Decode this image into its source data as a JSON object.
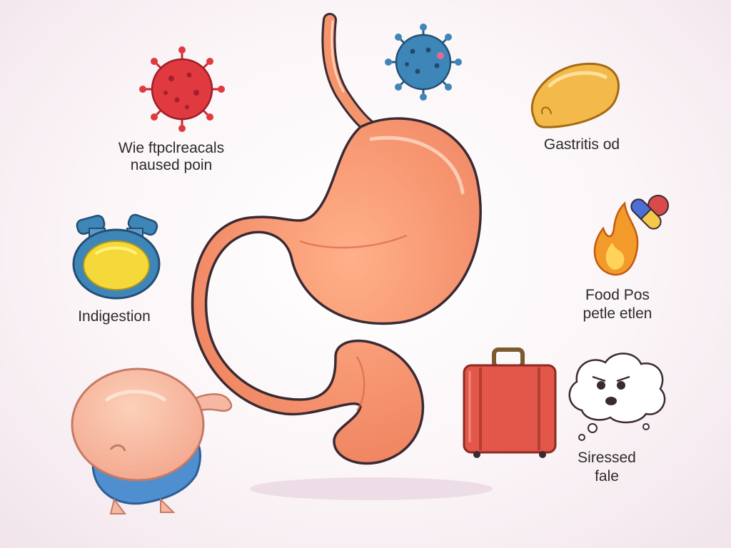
{
  "labels": {
    "top_left_line1": "Wie ftpclreacals",
    "top_left_line2": "naused poin",
    "indigestion": "Indigestion",
    "gastritis": "Gastritis od",
    "food_line1": "Food Pos",
    "food_line2": "petle etlen",
    "stressed_line1": "Siressed",
    "stressed_line2": "fale"
  },
  "colors": {
    "stomach": "#f4956b",
    "outline": "#3b2a33",
    "virus_red": "#e0393f",
    "virus_blue": "#3f86b8",
    "potato": "#f3b94a",
    "flame": "#f39b2a",
    "suitcase": "#e2574a",
    "pants": "#4f8fd0"
  },
  "icons": [
    "red-virus-icon",
    "blue-virus-icon",
    "potato-icon",
    "flame-icon",
    "pill-icon",
    "antacid-bottle-icon",
    "bloated-belly-icon",
    "suitcase-icon",
    "stressed-cloud-icon"
  ]
}
